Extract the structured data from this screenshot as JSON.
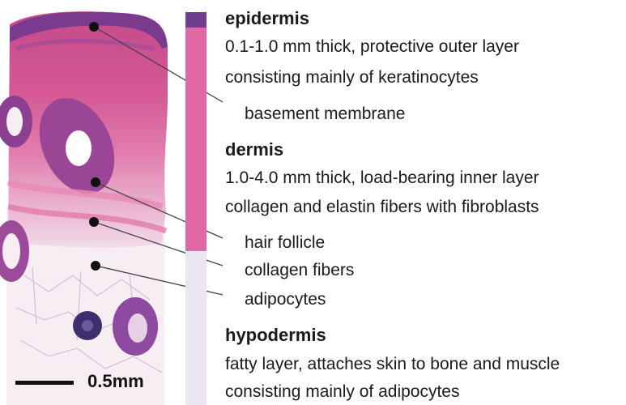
{
  "layers": [
    {
      "id": "epidermis",
      "title": "epidermis",
      "desc1": "0.1-1.0 mm thick, protective outer layer",
      "desc2": "consisting mainly of keratinocytes",
      "color": "#6e3f8f"
    },
    {
      "id": "dermis",
      "title": "dermis",
      "desc1": "1.0-4.0 mm thick, load-bearing inner layer",
      "desc2": "collagen and elastin fibers with fibroblasts",
      "color": "#df68a5"
    },
    {
      "id": "hypodermis",
      "title": "hypodermis",
      "desc1": "fatty layer, attaches skin to bone and muscle",
      "desc2": "consisting mainly of adipocytes",
      "color": "#ece5f2"
    }
  ],
  "labels": {
    "basement_membrane": "basement membrane",
    "hair_follicle": "hair follicle",
    "collagen_fibers": "collagen fibers",
    "adipocytes": "adipocytes"
  },
  "scale_bar": {
    "label": "0.5mm"
  },
  "colors": {
    "epidermis": "#6e3f8f",
    "dermis": "#df68a5",
    "hypodermis": "#ece5f2",
    "tissue": "#d24d8d"
  }
}
